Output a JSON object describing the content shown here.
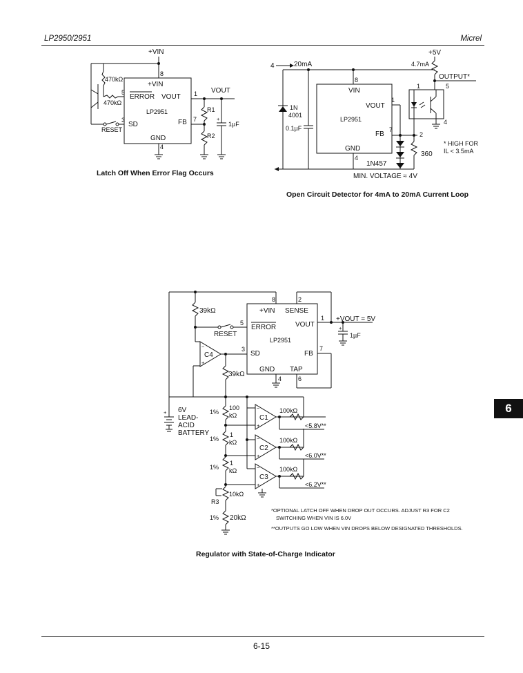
{
  "header": {
    "left": "LP2950/2951",
    "right": "Micrel"
  },
  "tab_number": "6",
  "footer": {
    "page": "6-15"
  },
  "fig1": {
    "caption": "Latch Off When Error Flag Occurs",
    "vin_top": "+VIN",
    "res1": "470kΩ",
    "res2": "470kΩ",
    "reset": "RESET",
    "chip_vin": "+VIN",
    "chip_error": "ERROR",
    "chip_vout": "VOUT",
    "chip_name": "LP2951",
    "chip_sd": "SD",
    "chip_fb": "FB",
    "chip_gnd": "GND",
    "pin8": "8",
    "pin5": "5",
    "pin3": "3",
    "pin1": "1",
    "pin7": "7",
    "pin4": "4",
    "vout_label": "VOUT",
    "r1": "R1",
    "r2": "R2",
    "cap": "1µF"
  },
  "fig2": {
    "caption": "Open Circuit Detector for 4mA to 20mA Current Loop",
    "in_label": "4",
    "current": "20mA",
    "plus5": "+5V",
    "i47": "4.7mA",
    "output": "OUTPUT*",
    "chip_vin": "VIN",
    "chip_vout": "VOUT",
    "chip_name": "LP2951",
    "chip_fb": "FB",
    "chip_gnd": "GND",
    "pin8": "8",
    "pin1": "1",
    "pin7": "7",
    "pin4": "4",
    "pin2": "2",
    "diode1": "1N",
    "diode1b": "4001",
    "cap": "0.1µF",
    "diodes": "1N457",
    "res": "360",
    "opto_pin1": "1",
    "opto_pin5": "5",
    "opto_pin4": "4",
    "note1": "* HIGH FOR",
    "note2": "IL < 3.5mA",
    "minv": "MIN. VOLTAGE ≈ 4V"
  },
  "fig3": {
    "caption": "Regulator with State-of-Charge Indicator",
    "r39a": "39kΩ",
    "r39b": "39kΩ",
    "reset": "RESET",
    "chip_vin": "+VIN",
    "chip_sense": "SENSE",
    "chip_error": "ERROR",
    "chip_vout": "VOUT",
    "chip_name": "LP2951",
    "chip_sd": "SD",
    "chip_fb": "FB",
    "chip_gnd": "GND",
    "chip_tap": "TAP",
    "pin8": "8",
    "pin2": "2",
    "pin5": "5",
    "pin1": "1",
    "pin3": "3",
    "pin7": "7",
    "pin4": "4",
    "pin6": "6",
    "vout": "+VOUT = 5V",
    "cap": "1µF",
    "c4": "C4",
    "c1": "C1",
    "c2": "C2",
    "c3": "C3",
    "battery1": "6V",
    "battery2": "LEAD-",
    "battery3": "ACID",
    "battery4": "BATTERY",
    "pct1": "1%",
    "pct2": "1%",
    "pct3": "1%",
    "pct4": "1%",
    "r100": "100",
    "rk": "kΩ",
    "r1a": "1",
    "r1ak": "kΩ",
    "r1b": "1",
    "r1bk": "kΩ",
    "r3": "R3",
    "r10k": "10kΩ",
    "r20k": "20kΩ",
    "fb1": "100kΩ",
    "fb2": "100kΩ",
    "fb3": "100kΩ",
    "th1": "<5.8V**",
    "th2": "<6.0V**",
    "th3": "<6.2V**",
    "note1": "*OPTIONAL LATCH OFF WHEN DROP OUT OCCURS.  ADJUST R3 FOR C2",
    "note2": "SWITCHING WHEN VIN IS 6.0V",
    "note3": "**OUTPUTS GO LOW WHEN VIN DROPS BELOW DESIGNATED THRESHOLDS."
  }
}
